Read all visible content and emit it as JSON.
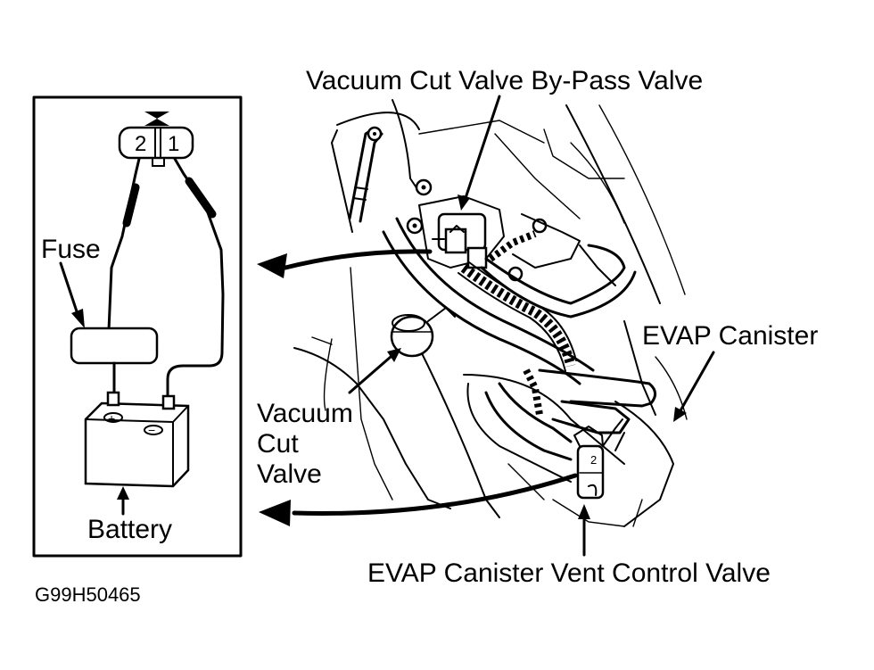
{
  "labels": {
    "bypass_valve": "Vacuum Cut Valve By-Pass Valve",
    "fuse": "Fuse",
    "battery": "Battery",
    "vacuum_cut_valve_line1": "Vacuum",
    "vacuum_cut_valve_line2": "Cut",
    "vacuum_cut_valve_line3": "Valve",
    "evap_canister": "EVAP Canister",
    "vent_control_valve": "EVAP Canister Vent Control Valve",
    "figure_id": "G99H50465"
  },
  "connector": {
    "pin_left": "2",
    "pin_right": "1"
  },
  "battery_terminals": {
    "positive": "+",
    "negative": "−"
  }
}
